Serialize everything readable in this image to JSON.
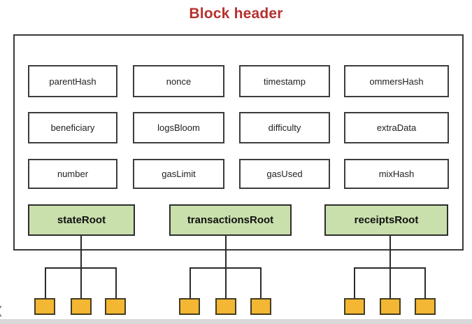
{
  "title": "Block header",
  "block": {
    "fields": [
      [
        "parentHash",
        "nonce",
        "timestamp",
        "ommersHash"
      ],
      [
        "beneficiary",
        "logsBloom",
        "difficulty",
        "extraData"
      ],
      [
        "number",
        "gasLimit",
        "gasUsed",
        "mixHash"
      ]
    ],
    "roots": [
      "stateRoot",
      "transactionsRoot",
      "receiptsRoot"
    ]
  },
  "trees": {
    "count": 3,
    "leaves_per_tree": 3
  },
  "colors": {
    "title_red": "#b5312e",
    "root_green": "#c9e0ac",
    "leaf_yellow": "#f3b733",
    "line_dark": "#2b2b2b"
  },
  "artifact": "("
}
